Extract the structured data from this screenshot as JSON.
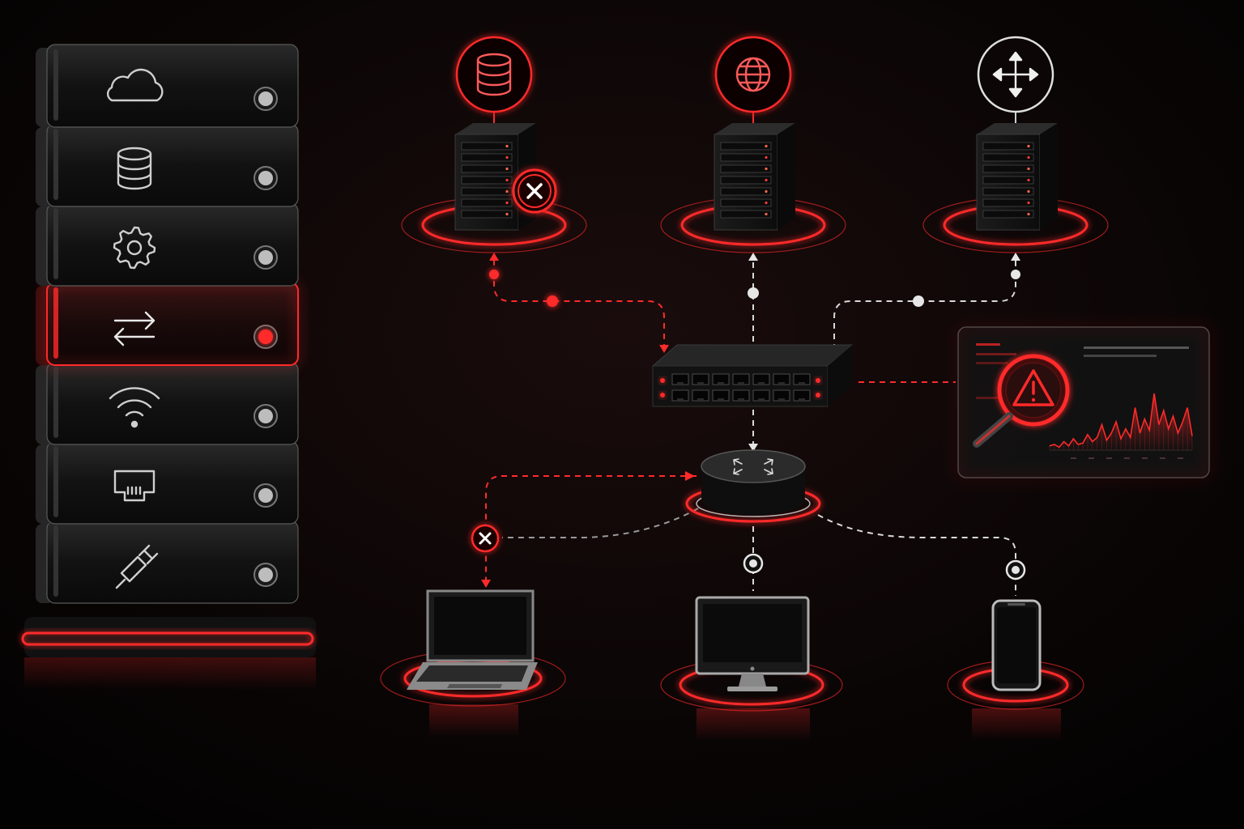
{
  "theme": {
    "accent": "#ff2a2a",
    "accent_dim": "#b3101a",
    "neutral_line": "#d9d9d9",
    "background": "#050303",
    "panel_fill": "#141414"
  },
  "sidebar": {
    "modules": [
      {
        "icon": "cloud-icon",
        "status": "normal"
      },
      {
        "icon": "database-icon",
        "status": "normal"
      },
      {
        "icon": "gear-icon",
        "status": "normal"
      },
      {
        "icon": "transfer-arrows-icon",
        "status": "alert"
      },
      {
        "icon": "wifi-icon",
        "status": "normal"
      },
      {
        "icon": "ethernet-port-icon",
        "status": "normal"
      },
      {
        "icon": "cable-plug-icon",
        "status": "normal"
      }
    ]
  },
  "servers": [
    {
      "role": "database",
      "badge_icon": "database-icon",
      "status": "error",
      "error_icon": "x-circle-icon",
      "link": "red-dashed"
    },
    {
      "role": "web",
      "badge_icon": "globe-icon",
      "status": "normal",
      "link": "white-dashed"
    },
    {
      "role": "routing",
      "badge_icon": "move-arrows-icon",
      "status": "normal",
      "link": "white-dashed"
    }
  ],
  "core": {
    "switch": {
      "icon": "network-switch-icon",
      "ports_alert": true
    },
    "router": {
      "icon": "router-icon"
    }
  },
  "monitor_panel": {
    "icon": "warning-magnifier-icon",
    "chart": {
      "type": "area",
      "values": [
        3,
        4,
        2,
        6,
        3,
        8,
        4,
        5,
        11,
        6,
        9,
        18,
        7,
        12,
        20,
        8,
        15,
        9,
        30,
        12,
        22,
        14,
        40,
        18,
        28,
        15,
        24,
        12,
        20,
        30,
        10
      ],
      "xticks": [
        "",
        "",
        "",
        "",
        "",
        "",
        ""
      ],
      "color": "#ff2a2a"
    }
  },
  "clients": [
    {
      "device": "laptop",
      "icon": "laptop-icon",
      "status": "error",
      "error_icon": "x-circle-icon",
      "link": "red-dashed"
    },
    {
      "device": "desktop",
      "icon": "monitor-icon",
      "status": "normal",
      "link": "white-dashed"
    },
    {
      "device": "phone",
      "icon": "smartphone-icon",
      "status": "normal",
      "link": "white-dashed"
    }
  ]
}
